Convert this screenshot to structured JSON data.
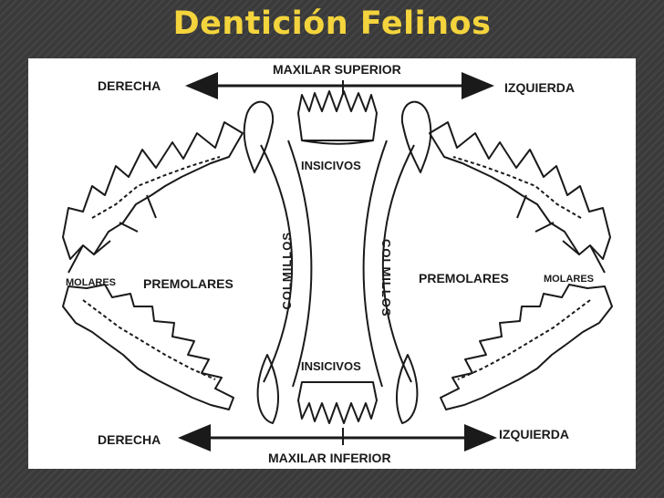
{
  "slide": {
    "title": "Dentición Felinos"
  },
  "diagram": {
    "upper_jaw": {
      "arch_label": "MAXILAR SUPERIOR",
      "left_direction": "DERECHA",
      "right_direction": "IZQUIERDA",
      "incisors": "INSICIVOS"
    },
    "lower_jaw": {
      "arch_label": "MAXILAR INFERIOR",
      "left_direction": "DERECHA",
      "right_direction": "IZQUIERDA",
      "incisors": "INSICIVOS"
    },
    "left_side": {
      "molars": "MOLARES",
      "premolars": "PREMOLARES",
      "canines": "COLMILLOS"
    },
    "right_side": {
      "molars": "MOLARES",
      "premolars": "PREMOLARES",
      "canines": "COLMILLOS"
    }
  },
  "colors": {
    "title": "#f4d43c",
    "background": "#3e3e3e",
    "panel": "#ffffff",
    "ink": "#1a1a1a"
  }
}
